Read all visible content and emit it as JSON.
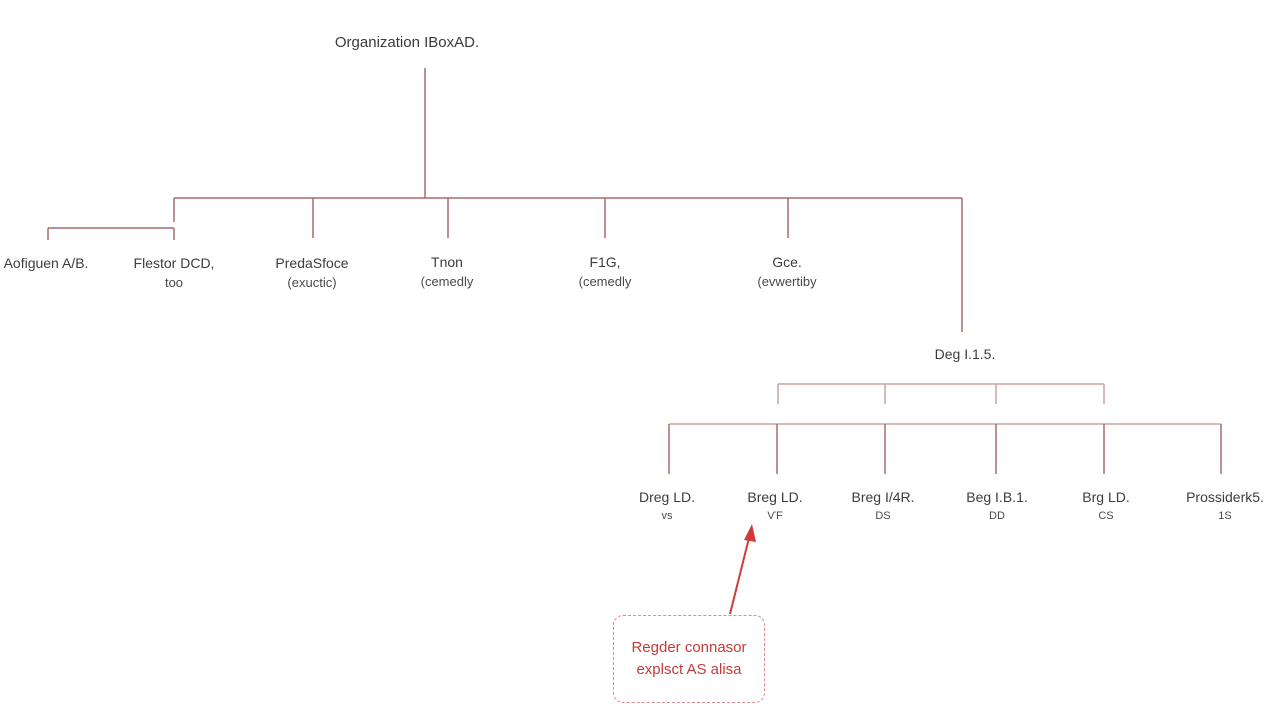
{
  "root": {
    "label": "Organization IBoxAD."
  },
  "top_level": [
    {
      "label": "Aofiguen A/B.",
      "sub": ""
    },
    {
      "label": "Flestor DCD,",
      "sub": "too"
    },
    {
      "label": "PredaSfoce",
      "sub": "(exuctic)"
    },
    {
      "label": "Tnon",
      "sub": "(cemedly"
    },
    {
      "label": "F1G,",
      "sub": "(cemedly"
    },
    {
      "label": "Gce.",
      "sub": "(evwertiby"
    }
  ],
  "sub_manager": {
    "label": "Deg I.1.5."
  },
  "sub_level": [
    {
      "label": "Dreg LD.",
      "sub": "vs"
    },
    {
      "label": "Breg LD.",
      "sub": "ѴF"
    },
    {
      "label": "Breg I/4R.",
      "sub": "DS"
    },
    {
      "label": "Beg I.B.1.",
      "sub": "DD"
    },
    {
      "label": "Brg LD.",
      "sub": "CS"
    },
    {
      "label": "Prossiderk5.",
      "sub": "1S"
    }
  ],
  "callout": {
    "line1": "Regder connasor",
    "line2": "explsct AS alisa"
  },
  "colors": {
    "connector": "#a86a6a",
    "connector_light": "#c9a3a3",
    "callout": "#d03a3a"
  }
}
